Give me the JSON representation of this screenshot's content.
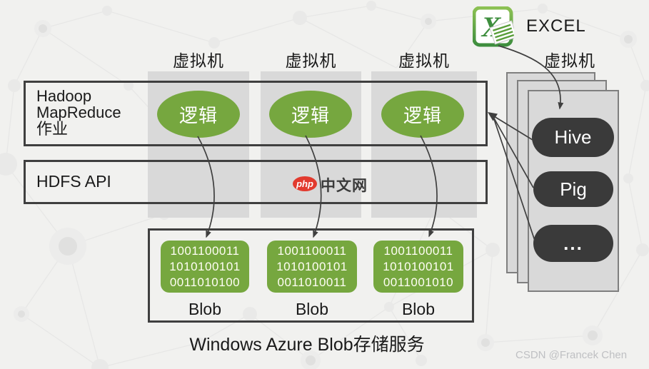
{
  "diagram": {
    "vm_labels": [
      "虚拟机",
      "虚拟机",
      "虚拟机",
      "虚拟机"
    ],
    "hadoop_box": {
      "lines": [
        "Hadoop",
        "MapReduce",
        "作业"
      ]
    },
    "hdfs_box": {
      "label": "HDFS API"
    },
    "logic_nodes": [
      "逻辑",
      "逻辑",
      "逻辑"
    ],
    "excel": {
      "label": "EXCEL",
      "icon": "excel-icon",
      "icon_letter": "X"
    },
    "stack": {
      "items": [
        "Hive",
        "Pig",
        "..."
      ]
    },
    "storage": {
      "blobs": [
        {
          "bits": [
            "1001100011",
            "1010100101",
            "0011010100"
          ],
          "label": "Blob"
        },
        {
          "bits": [
            "1001100011",
            "1010100101",
            "0011010011"
          ],
          "label": "Blob"
        },
        {
          "bits": [
            "1001100011",
            "1010100101",
            "0011001010"
          ],
          "label": "Blob"
        }
      ],
      "caption": "Windows Azure Blob存储服务"
    },
    "watermarks": {
      "php_badge": "php",
      "php_text": "中文网",
      "csdn": "CSDN @Francek Chen"
    },
    "colors": {
      "green": "#76a73f",
      "dark_pill": "#3a3a3a",
      "column_gray": "#d9d9d9",
      "box_border": "#3f3f3f",
      "card_border": "#7f7f7f",
      "arrow": "#3f3f3f",
      "php_red": "#e23a2e",
      "excel_green": "#3e8e3e",
      "csdn_gray": "#bfc0c3",
      "background": "#f1f1ef"
    }
  }
}
